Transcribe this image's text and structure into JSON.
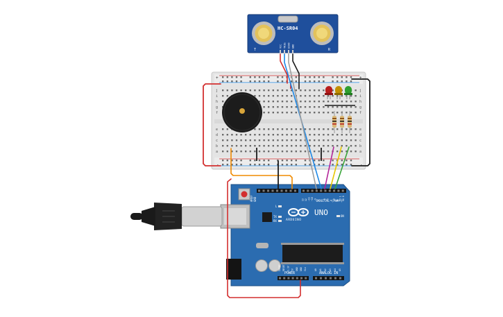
{
  "sensor": {
    "model": "HC-SR04",
    "pins": [
      "VCC",
      "TRIG",
      "ECHO",
      "GND"
    ],
    "left_mark": "T",
    "right_mark": "R"
  },
  "board": {
    "logo": "ARDUINO",
    "model": "UNO",
    "digital_label": "DIGITAL (PWM~)",
    "power_label": "POWER",
    "analog_label": "ANALOG IN",
    "aref_label": "AREF",
    "gnd_label": "GND",
    "led_labels": [
      "L",
      "TX",
      "RX"
    ],
    "on_label": "ON",
    "power_pins": [
      "IOREF",
      "RESET",
      "3.3V",
      "5V",
      "GND",
      "GND",
      "Vin"
    ],
    "analog_pins": [
      "A0",
      "A1",
      "A2",
      "A3",
      "A4",
      "A5"
    ],
    "digital_pins": [
      "13",
      "12",
      "~11",
      "~10",
      "~9",
      "8",
      "7",
      "~6",
      "~5",
      "4",
      "~3",
      "2",
      "TX 1",
      "RX 0"
    ]
  },
  "breadboard": {
    "row_letters_top": [
      "j",
      "i",
      "h",
      "g",
      "f"
    ],
    "row_letters_bottom": [
      "e",
      "d",
      "c",
      "b",
      "a"
    ],
    "rail_plus": "+",
    "rail_minus": "-"
  },
  "colors": {
    "wire_red": "#d32f2f",
    "wire_black": "#1a1a1a",
    "wire_blue": "#1e88e5",
    "wire_gray": "#9e9e9e",
    "wire_orange": "#f08a00",
    "wire_purple": "#b3259a",
    "wire_yellow": "#e6c700",
    "wire_green": "#3aa53a",
    "led_red": "#b71c1c",
    "led_yellow": "#c28f00",
    "led_green": "#2e9e2e",
    "board": "#2b6cb0",
    "sensor": "#1f4f9c"
  }
}
